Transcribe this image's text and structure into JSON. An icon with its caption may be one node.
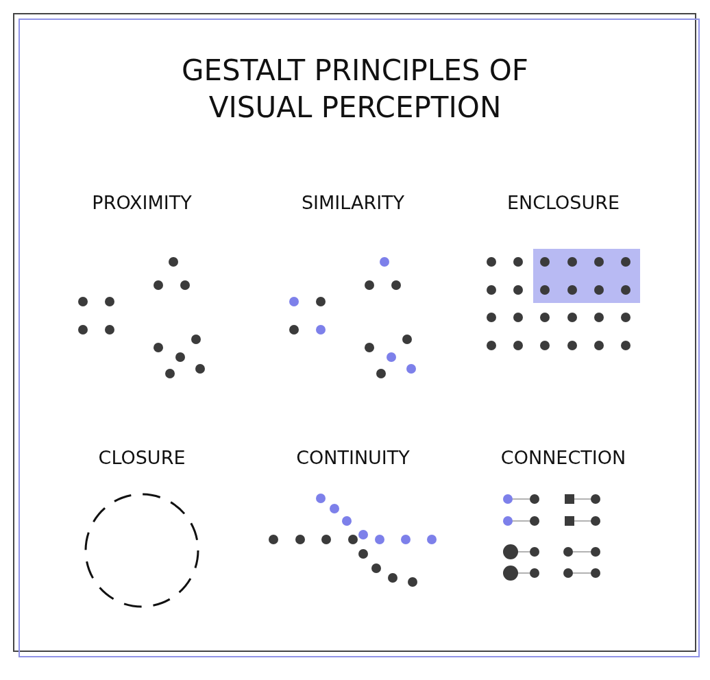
{
  "diagram": {
    "title": "GESTALT PRINCIPLES OF VISUAL PERCEPTION",
    "labels": [
      "PROXIMITY",
      "SIMILARITY",
      "ENCLOSURE",
      "CLOSURE",
      "CONTINUITY",
      "CONNECTION"
    ]
  }
}
